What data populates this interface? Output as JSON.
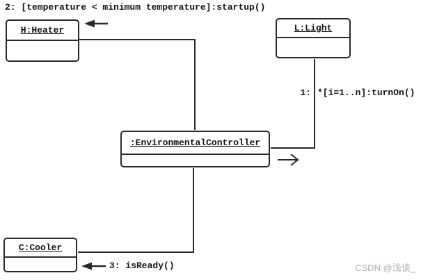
{
  "diagram": {
    "objects": {
      "heater": {
        "label": "H:Heater"
      },
      "light": {
        "label": "L:Light"
      },
      "controller": {
        "label": ":EnvironmentalController"
      },
      "cooler": {
        "label": "C:Cooler"
      }
    },
    "messages": {
      "msg1": {
        "prefix": "1:",
        "label": "*[i=1..n]:turnOn()"
      },
      "msg2": {
        "label": "2: [temperature < minimum temperature]:startup()"
      },
      "msg3": {
        "label": "3: isReady()"
      }
    }
  },
  "watermark": {
    "text": "CSDN @浅谈_",
    "color": "#b5adad"
  },
  "colors": {
    "line": "#26292e",
    "text": "#111316",
    "background": "#ffffff"
  }
}
